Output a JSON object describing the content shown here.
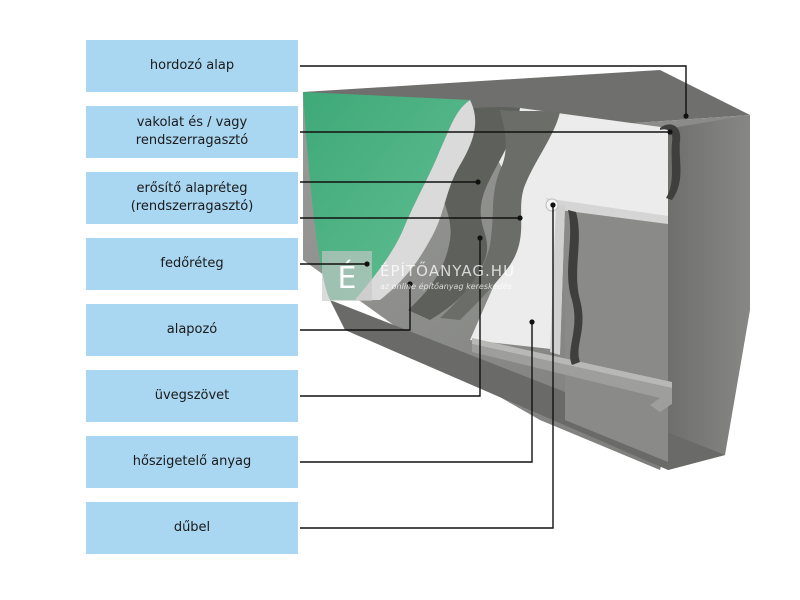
{
  "labels": [
    "hordozó alap",
    "vakolat és / vagy\nrendszerragasztó",
    "erősítő alapréteg\n(rendszerragasztó)",
    "fedőréteg",
    "alapozó",
    "üvegszövet",
    "hőszigetelő anyag",
    "dűbel"
  ],
  "watermark": {
    "logo_letter": "É",
    "title": "ÉPÍTŐANYAG.HU",
    "subtitle": "az online építőanyag kereskedés"
  },
  "colors": {
    "label_box": "#a9d6f1",
    "wall_front": "#8a8b88",
    "wall_top": "#6e6f6c",
    "wall_side": "#7b7c79",
    "insulation": "#ebebeb",
    "adhesive": "#5d5f5a",
    "topcoat": "#4caf84",
    "leader": "#111111"
  }
}
